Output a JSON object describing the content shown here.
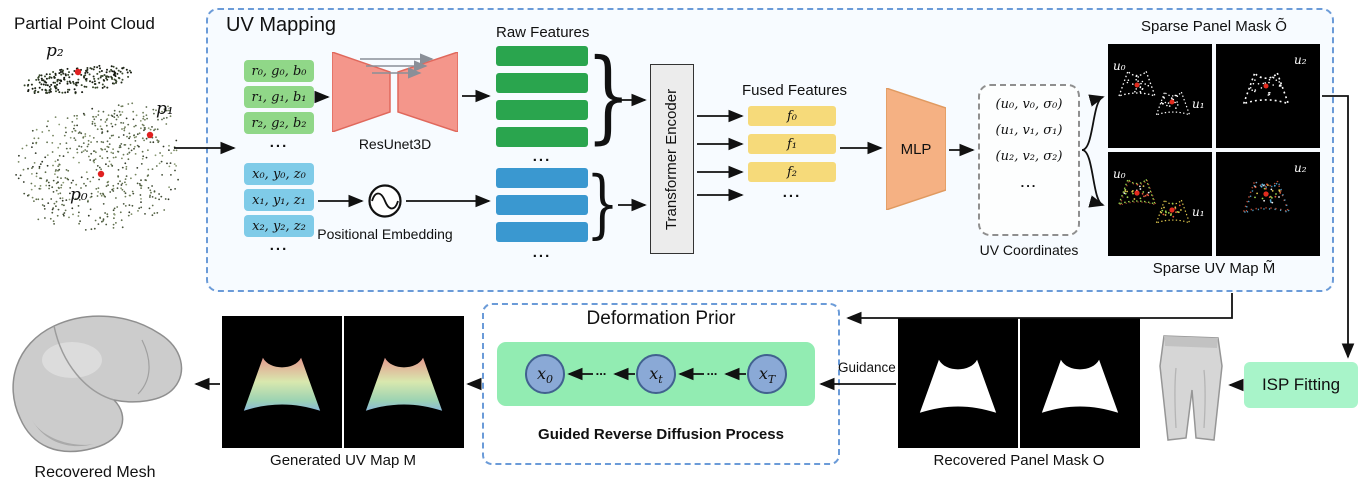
{
  "pc": {
    "label": "Partial Point Cloud",
    "p0": "p₀",
    "p1": "p₁",
    "p2": "p₂"
  },
  "uvm": {
    "title": "UV Mapping",
    "rgb_rows": [
      "r₀, g₀, b₀",
      "r₁, g₁, b₁",
      "r₂, g₂, b₂"
    ],
    "xyz_rows": [
      "x₀, y₀, z₀",
      "x₁, y₁, z₁",
      "x₂, y₂, z₂"
    ],
    "ellipsis": "...",
    "resunet": "ResUnet3D",
    "raw_features": "Raw Features",
    "pos_embed": "Positional Embedding",
    "transformer": "Transformer Encoder",
    "fused_features": "Fused Features",
    "fused": [
      "f₀",
      "f₁",
      "f₂"
    ],
    "mlp": "MLP",
    "uv_rows": [
      "(u₀, v₀, σ₀)",
      "(u₁, v₁, σ₁)",
      "(u₂, v₂, σ₂)"
    ],
    "uv_coords": "UV Coordinates",
    "sparse_panel_mask": "Sparse Panel Mask Õ",
    "sparse_uv_map": "Sparse UV Map M̃",
    "u0": "u₀",
    "u1": "u₁",
    "u2": "u₂"
  },
  "bottom": {
    "recovered_mesh": "Recovered Mesh",
    "generated_uv_map": "Generated UV Map M",
    "deform_title": "Deformation Prior",
    "deform_caption": "Guided Reverse Diffusion Process",
    "guidance": "Guidance",
    "recovered_panel_mask": "Recovered Panel Mask O",
    "isp": "ISP Fitting"
  },
  "diffusion": {
    "x": "x",
    "sub0": "0",
    "subt": "t",
    "subT": "T",
    "dots": "..."
  },
  "colors": {
    "dashed_blue": "#6b9bd8",
    "rgb_green": "#90d788",
    "xyz_blue": "#7fcbe8",
    "raw_green": "#2aa54e",
    "pos_blue": "#3a98d0",
    "fused_yellow": "#f6da7a",
    "mlp_orange": "#f5b183",
    "resunet_salmon": "#f4968b",
    "diffusion_green": "#92ecb2",
    "state_circle_blue": "#8aa9d6",
    "isp_green": "#a8f4c9"
  }
}
